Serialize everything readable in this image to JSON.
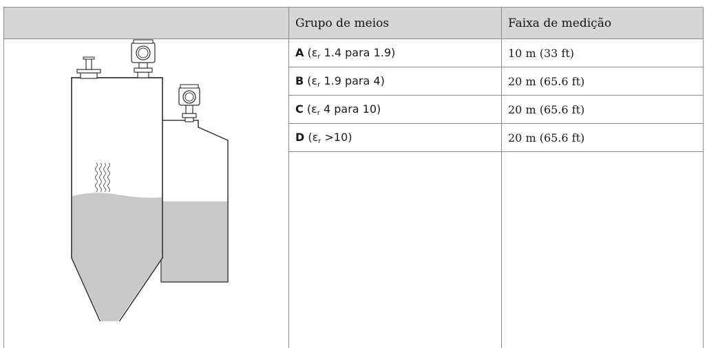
{
  "table": {
    "headers": {
      "empty": "",
      "media_group": "Grupo de meios",
      "measuring_range": "Faixa de medição"
    },
    "rows": [
      {
        "group": "A",
        "epsilon_symbol": "ε",
        "epsilon_sub": "r",
        "epsilon_range": "1.4 para 1.9",
        "range": "10 m (33 ft)"
      },
      {
        "group": "B",
        "epsilon_symbol": "ε",
        "epsilon_sub": "r",
        "epsilon_range": "1.9 para 4",
        "range": "20 m (65.6 ft)"
      },
      {
        "group": "C",
        "epsilon_symbol": "ε",
        "epsilon_sub": "r",
        "epsilon_range": "4 para 10",
        "range": "20 m (65.6 ft)"
      },
      {
        "group": "D",
        "epsilon_symbol": "ε",
        "epsilon_sub": "r",
        "epsilon_range": ">10",
        "range": "20 m (65.6 ft)"
      }
    ]
  },
  "illustration": {
    "icon": "tank-with-radar-sensors-icon",
    "colors": {
      "liquid": "#c8c8c8",
      "outline": "#333333"
    }
  }
}
